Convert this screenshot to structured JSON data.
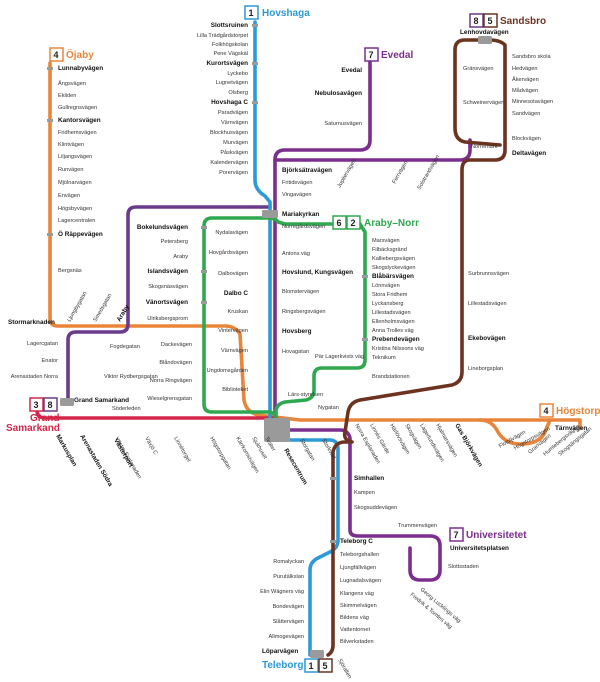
{
  "colors": {
    "line1": "#2b9ad6",
    "line2": "#2fa84f",
    "line3": "#d4264a",
    "line4": "#e8853a",
    "line5": "#6b3320",
    "line6": "#2fa84f",
    "line7": "#7b2e8e",
    "line8": "#6a3b8c"
  },
  "terminals": {
    "hovshaga": {
      "num": "1",
      "name": "Hovshaga"
    },
    "evedal": {
      "num": "7",
      "name": "Evedal"
    },
    "sandsbro": {
      "nums": [
        "8",
        "5"
      ],
      "name": "Sandsbro"
    },
    "ojaby": {
      "num": "4",
      "name": "Öjaby"
    },
    "araby": {
      "nums": [
        "6",
        "2"
      ],
      "name": "Araby–Norr"
    },
    "grand": {
      "nums": [
        "3",
        "8"
      ],
      "name1": "Grand",
      "name2": "Samarkand"
    },
    "hogstorp": {
      "num": "4",
      "name": "Högstorp"
    },
    "universitetet": {
      "num": "7",
      "name": "Universitetet"
    },
    "teleborg": {
      "nums": [
        "1",
        "5"
      ],
      "name": "Teleborg"
    }
  },
  "stations": {
    "line1_north": [
      "Slottsruinen",
      "Lilla Trädgårdstorpet",
      "Folkhögskolan",
      "Pene Vägskäl",
      "Kurortsvägen",
      "Lyckebo",
      "Lugnetvägen",
      "Olsberg",
      "Hovshaga C",
      "Paradvägen",
      "Värnvägen",
      "Blockhusvägen",
      "Murvägen",
      "Påskvägen",
      "Kalendervägen",
      "Porervägen"
    ],
    "line7_evedal": [
      "Evedal",
      "Nebulosavägen",
      "Saturnusvägen"
    ],
    "line_sandsbro_left": [
      "Lenhovdavägen",
      "Gränsvägen",
      "Schweinervägen",
      "Norremark"
    ],
    "line_sandsbro_right": [
      "Sandsbro skola",
      "Hedvägen",
      "Åkervägen",
      "Mådvägen",
      "Minnesotavägen",
      "Sandvägen",
      "Blockvägen",
      "Deltavägen"
    ],
    "line4_ojaby": [
      "Lunnabyvägen",
      "Ängsvägen",
      "Ekliden",
      "Gullregnsvägen",
      "Kantorsvägen",
      "Fridhemsvägen",
      "Klintvägen",
      "Liljangsvägen",
      "Runvägen",
      "Mjölnarvägen",
      "Envägen",
      "Högsbyvägen",
      "Lagercentralen",
      "Ö Räppevägen",
      "Bergsnäs"
    ],
    "center_top": [
      "Björksätravägen",
      "Fritidsvägen",
      "Vingavägen",
      "Mariakyrkan",
      "Norregårdsvägen"
    ],
    "evedal_east": [
      "Jupitervägen",
      "Ferrvägen",
      "Solstrandvägen"
    ],
    "araby_line": [
      "Marsvägen",
      "Filbäcksgränd",
      "Kalliebergsvägen",
      "Skogslyckevägen",
      "Blåbärsvägen",
      "Lönnvägen",
      "Stora Fridhem",
      "Lyckansberg",
      "Lillestadsvägen",
      "Ellenholmsvägen",
      "Anna Trolles väg",
      "Prebendevägen",
      "Kristina Nilssons väg",
      "Teknikum",
      "Brandstationen"
    ],
    "west_loop": [
      "Bokelundsvägen",
      "Petersberg",
      "Araby",
      "Islandsvägen",
      "Skogsnäsvägen",
      "Vänortsvägen",
      "Ulriksbergsprom"
    ],
    "middle_column": [
      "Nydalavägen",
      "Hovgårdsvägen",
      "Dalbovägen",
      "Dalbo C",
      "Kruskan",
      "Vintervägen",
      "Värnvägen",
      "Ungdomsgården",
      "Biblioteket"
    ],
    "center_column": [
      "Antons väg",
      "Hovslund, Kungsvägen",
      "Blomstervägen",
      "Ringsbergsvägen",
      "Hovsberg",
      "Hovagatan"
    ],
    "south_west": [
      "Dackevägen",
      "Blåndovägen",
      "Norra Ringvägen",
      "Wieselgrensgatan"
    ],
    "far_west": [
      "Stormarknaden",
      "Lagercgatan",
      "Enator",
      "Arenastaden Norra",
      "Grand Samarkand",
      "Fogdegatan",
      "Viktor Rydbergsgatan",
      "Söderleden",
      "Ljungbygatan",
      "Smedsgatan",
      "Araby"
    ],
    "east_line": [
      "Surbrunnsvägen",
      "Lillestadsvägen",
      "Ekebovägen",
      "Lineborgsplan"
    ],
    "center_south": [
      "Pär Lagerkvists väg",
      "Lärs-styrelsen",
      "Nygatan",
      "Resecentrum",
      "Storgatan",
      "Teater",
      "Storkvart",
      "Kärrkomstvägen",
      "Högstorpgatan",
      "Sjukhuset",
      "Linnétorget",
      "Växjö C",
      "Västra Esplanaden",
      "Markusplan",
      "Arenastaden Södra",
      "Västerport"
    ],
    "hogstorp_line": [
      "Norra Esplanaden",
      "Linnés Gärde",
      "Härlövsvägen",
      "Skogvägen",
      "Lagerlundsvägen",
      "Hjalmarsvägen",
      "Gas Björkvägen",
      "Flottiljvägen",
      "Högstorpsvägen",
      "Tärnvägen",
      "Granvägen",
      "Humlebergsvägen",
      "Skogsängsgatan"
    ],
    "south_line": [
      "Simhallen",
      "Kampen",
      "Skogsuddevägen",
      "Teleborg C",
      "Teleborgshallen",
      "Ljungfällvägen",
      "Lugnadalsvägen",
      "Klangens väg",
      "Skimmelvägen",
      "Bildens väg",
      "Vattentornet",
      "Bilverkstaden",
      "Löparvägen",
      "Sjörallen"
    ],
    "south_west_branch": [
      "Romalyckan",
      "Purutälkslan",
      "Elin Wägners väg",
      "Bondevägen",
      "Slåttervägen",
      "Allmogevägen"
    ],
    "univ_line": [
      "Trummenvägen",
      "Universitetsplatsen",
      "Slottsstaden",
      "Georg Lucklings väg",
      "Fredrik & Tomtes väg"
    ]
  }
}
